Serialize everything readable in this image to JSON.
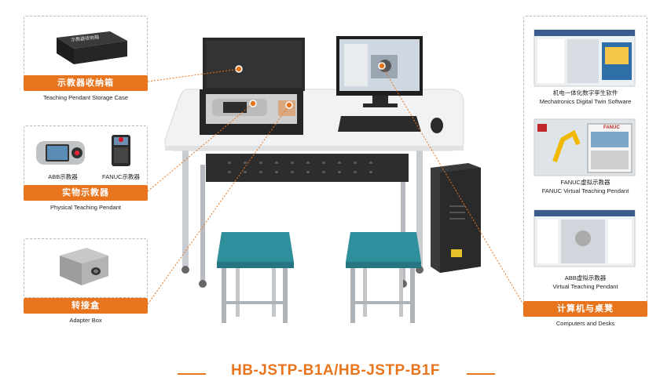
{
  "left_panels": {
    "case": {
      "box_label": "示教器收纳箱",
      "tag": "示教器收纳箱",
      "caption": "Teaching Pendant Storage Case"
    },
    "physical": {
      "abb_label": "ABB示教器",
      "fanuc_label": "FANUC示教器",
      "tag": "实物示教器",
      "caption": "Physical Teaching Pendant"
    },
    "adapter": {
      "tag": "转接盒",
      "caption": "Adapter Box"
    }
  },
  "right_panel": {
    "shot1": {
      "cn": "机电一体化数字孪生软件",
      "en": "Mechatronics Digital Twin Software"
    },
    "shot2": {
      "cn": "FANUC虚拟示教器",
      "en": "FANUC Virtual Teaching Pendant",
      "brand": "FANUC"
    },
    "shot3": {
      "cn": "ABB虚拟示教器",
      "en": "Virtual Teaching Pendant"
    },
    "tag": "计算机与桌凳",
    "caption": "Computers and Desks"
  },
  "footer": {
    "title": "HB-JSTP-B1A/HB-JSTP-B1F"
  },
  "colors": {
    "accent": "#e8751e",
    "teal": "#2f8f9d",
    "dark": "#2a2a2a"
  }
}
